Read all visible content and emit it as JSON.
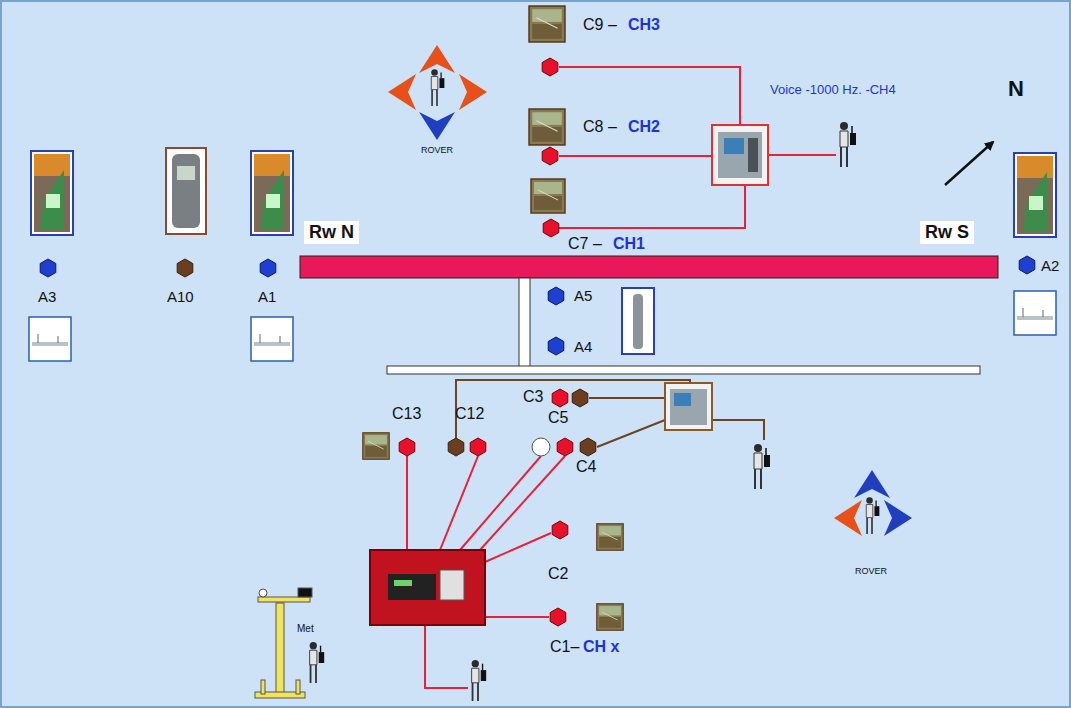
{
  "diagram": {
    "labels": [
      "C9 –",
      "CH3",
      "Voice -1000 Hz. -CH4",
      "N",
      "ROVER",
      "C8 –",
      "CH2",
      "Rw N",
      "Rw S",
      "C7 –",
      "CH1",
      "A3",
      "A10",
      "A1",
      "A2",
      "A5",
      "A4",
      "C3",
      "C13",
      "C12",
      "C5",
      "C4",
      "C2",
      "ROVER",
      "Met",
      "C1–",
      "CH x"
    ]
  }
}
